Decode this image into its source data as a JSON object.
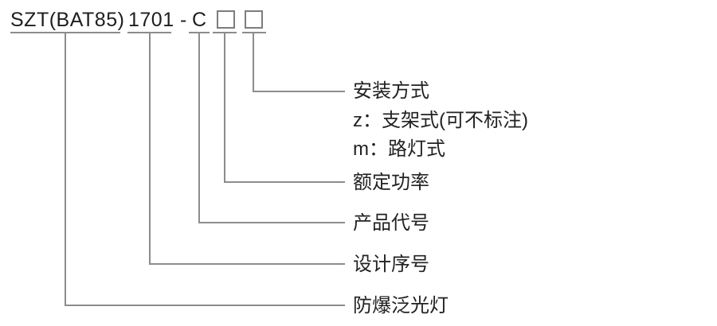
{
  "diagram_title": "product-model-designation-legend",
  "model_code": {
    "prefix": "SZT(BAT85)",
    "design_number": "1701",
    "separator": "-",
    "product_code": "C",
    "placeholder_box_count": 2,
    "placeholder_box_meaning": "optional suffix positions"
  },
  "callouts": [
    {
      "id": "installation",
      "label": "安装方式",
      "sublines": [
        "z：支架式(可不标注)",
        "m：路灯式"
      ]
    },
    {
      "id": "rated-power",
      "label": "额定功率"
    },
    {
      "id": "product-code",
      "label": "产品代号"
    },
    {
      "id": "design-serial",
      "label": "设计序号"
    },
    {
      "id": "floodlight",
      "label": "防爆泛光灯"
    }
  ],
  "colors": {
    "background": "#ffffff",
    "text": "#1e1e1e",
    "label_text": "#222222",
    "line": "#8c8c8c",
    "box_border": "#7d7d7d"
  }
}
